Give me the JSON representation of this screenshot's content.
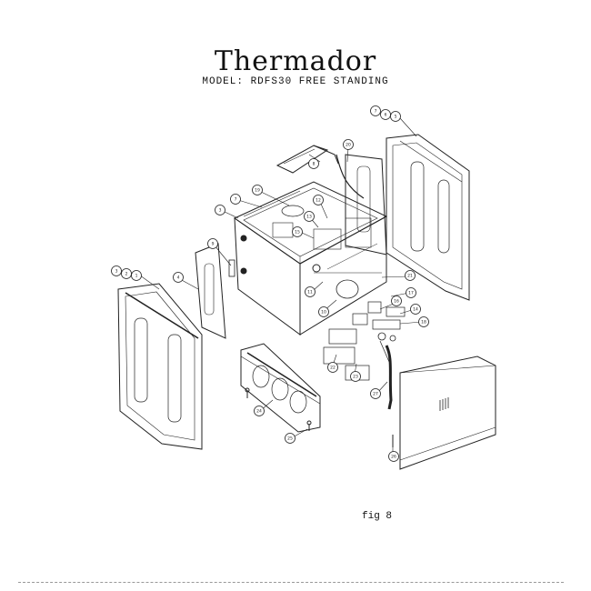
{
  "header": {
    "brand": "Thermador",
    "model_line": "MODEL: RDFS30 FREE STANDING"
  },
  "figure": {
    "label": "fig 8"
  },
  "diagram": {
    "callouts": [
      {
        "id": "c-right-panel-a",
        "text": "7"
      },
      {
        "id": "c-right-panel-b",
        "text": "6"
      },
      {
        "id": "c-right-panel-c",
        "text": "5"
      },
      {
        "id": "c-top-vent",
        "text": "8"
      },
      {
        "id": "c-back-wire",
        "text": "20"
      },
      {
        "id": "c-top-left-1",
        "text": "3"
      },
      {
        "id": "c-top-left-2",
        "text": "7"
      },
      {
        "id": "c-top-center",
        "text": "19"
      },
      {
        "id": "c-top-cluster-1",
        "text": "12"
      },
      {
        "id": "c-top-cluster-2",
        "text": "13"
      },
      {
        "id": "c-top-cluster-3",
        "text": "15"
      },
      {
        "id": "c-left-hinge",
        "text": "9"
      },
      {
        "id": "c-left-side",
        "text": "4"
      },
      {
        "id": "c-left-panel-a",
        "text": "3"
      },
      {
        "id": "c-left-panel-b",
        "text": "2"
      },
      {
        "id": "c-left-panel-c",
        "text": "1"
      },
      {
        "id": "c-box-right-1",
        "text": "21"
      },
      {
        "id": "c-box-right-2",
        "text": "17"
      },
      {
        "id": "c-box-right-3",
        "text": "16"
      },
      {
        "id": "c-box-right-4",
        "text": "14"
      },
      {
        "id": "c-box-right-5",
        "text": "18"
      },
      {
        "id": "c-box-front",
        "text": "11"
      },
      {
        "id": "c-box-bottom",
        "text": "10"
      },
      {
        "id": "c-lower-1",
        "text": "22"
      },
      {
        "id": "c-lower-2",
        "text": "23"
      },
      {
        "id": "c-lower-3",
        "text": "27"
      },
      {
        "id": "c-drawer",
        "text": "24"
      },
      {
        "id": "c-foot",
        "text": "25"
      },
      {
        "id": "c-leveler",
        "text": "26"
      }
    ]
  }
}
